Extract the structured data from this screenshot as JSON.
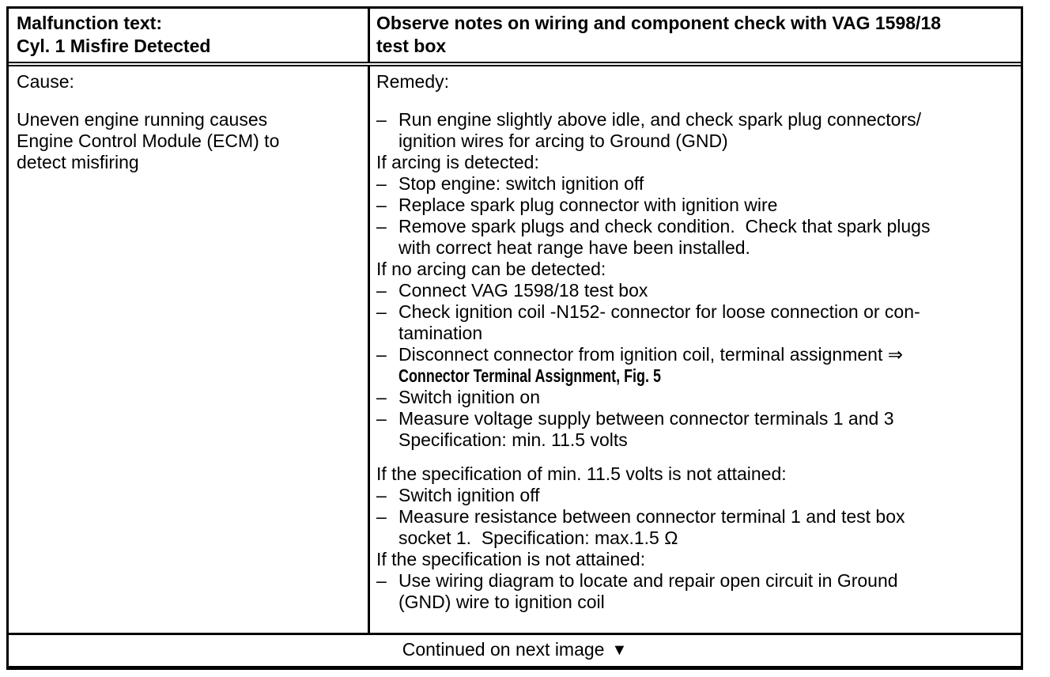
{
  "page": {
    "background_color": "#ffffff",
    "ink_color": "#000000",
    "kind": "scanned repair-manual fault table"
  },
  "table": {
    "header": {
      "malfunction_label": "Malfunction text:\nCyl. 1 Misfire Detected",
      "notes_label": "Observe notes on wiring and component check with VAG 1598/18\ntest box"
    },
    "cause": {
      "label": "Cause:",
      "text": "Uneven engine running causes\nEngine Control Module (ECM) to\ndetect misfiring"
    },
    "remedy": {
      "label": "Remedy:",
      "bullet_char": "–",
      "items": [
        {
          "type": "dash",
          "text": "Run engine slightly above idle, and check spark plug connectors/\nignition wires for arcing to Ground (GND)"
        },
        {
          "type": "plain",
          "text": "If arcing is detected:"
        },
        {
          "type": "dash",
          "text": "Stop engine: switch ignition off"
        },
        {
          "type": "dash",
          "text": "Replace spark plug connector with ignition wire"
        },
        {
          "type": "dash",
          "text": "Remove spark plugs and check condition.  Check that spark plugs\nwith correct heat range have been installed."
        },
        {
          "type": "plain",
          "text": "If no arcing can be detected:"
        },
        {
          "type": "dash",
          "text": "Connect VAG 1598/18 test box"
        },
        {
          "type": "dash",
          "text": "Check ignition coil -N152- connector for loose connection or con-\ntamination"
        },
        {
          "type": "dash",
          "text": "Disconnect connector from ignition coil, terminal assignment ⇒",
          "ref": "Connector Terminal Assignment, Fig. 5"
        },
        {
          "type": "dash",
          "text": "Switch ignition on"
        },
        {
          "type": "dash",
          "text": "Measure voltage supply between connector terminals 1 and 3\nSpecification: min. 11.5 volts"
        },
        {
          "type": "plain",
          "gap_before": true,
          "text": "If the specification of min. 11.5 volts is not attained:"
        },
        {
          "type": "dash",
          "text": "Switch ignition off"
        },
        {
          "type": "dash",
          "text": "Measure resistance between connector terminal 1 and test box\nsocket 1.  Specification: max.1.5 Ω"
        },
        {
          "type": "plain",
          "text": "If the specification is not attained:"
        },
        {
          "type": "dash",
          "text": "Use wiring diagram to locate and repair open circuit in Ground\n(GND) wire to ignition coil"
        }
      ]
    },
    "footer": {
      "text": "Continued on next image",
      "arrow": "▼"
    }
  }
}
